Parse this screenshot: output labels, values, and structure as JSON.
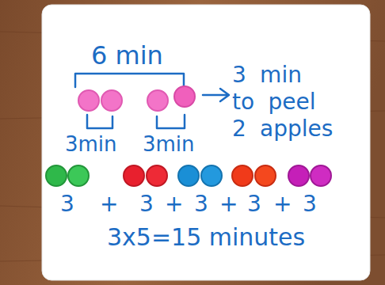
{
  "diagram": {
    "labels": [
      "6 min",
      "3 min to peel 2 apples",
      "3min",
      "3min",
      "3",
      "+",
      "3",
      "+",
      "3",
      "+",
      "3",
      "+",
      "3",
      "3x5=15 minutes"
    ]
  }
}
